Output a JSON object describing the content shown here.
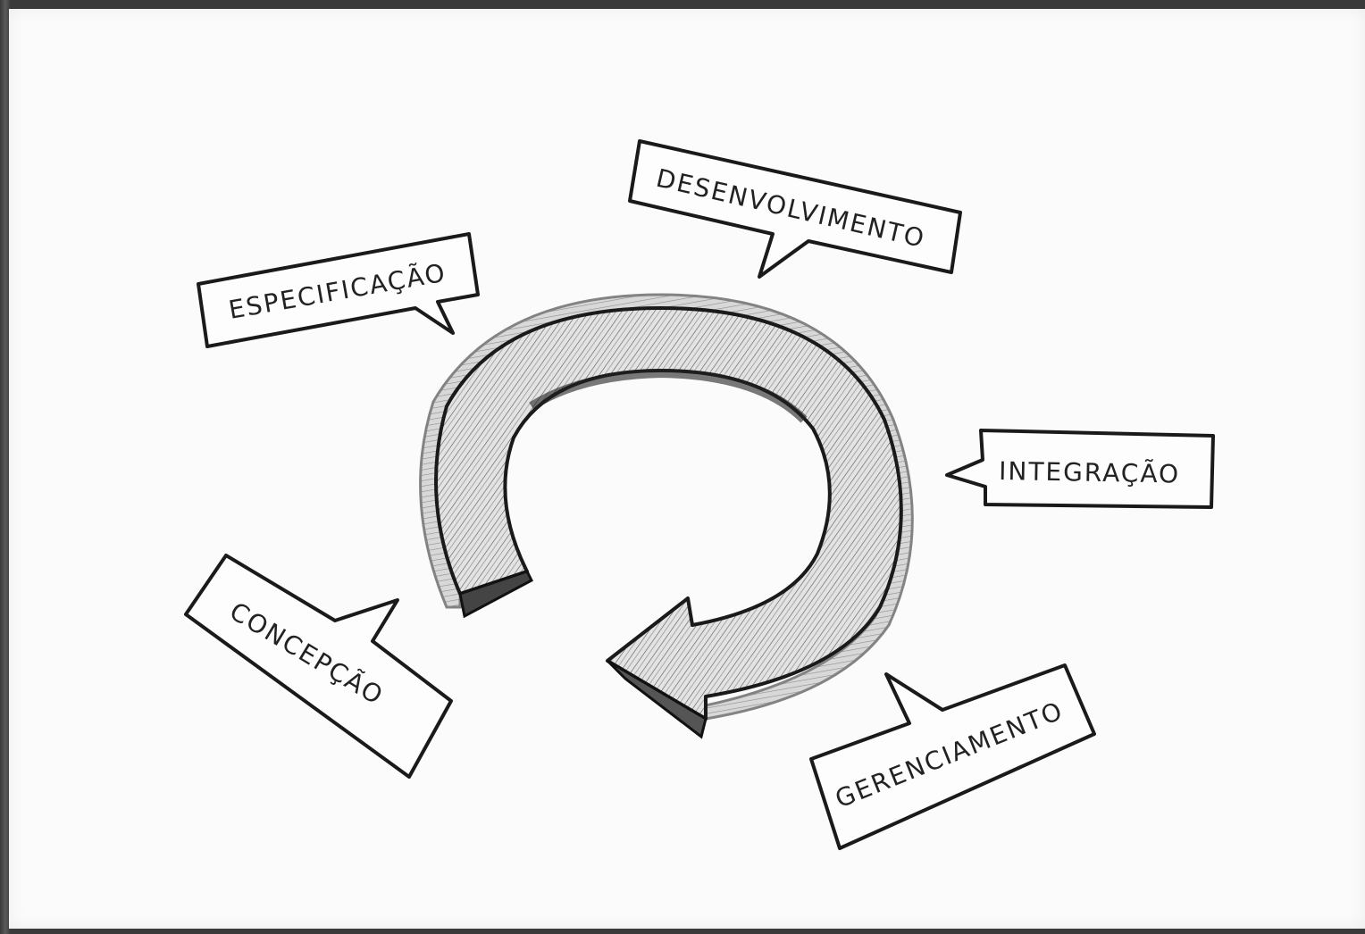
{
  "diagram": {
    "labels": {
      "especificacao": "ESPECIFICAÇÃO",
      "desenvolvimento": "DESENVOLVIMENTO",
      "integracao": "INTEGRAÇÃO",
      "concepcao": "CONCEPÇÃO",
      "gerenciamento": "GERENCIAMENTO"
    },
    "icons": [
      "cycle-arrow-icon"
    ],
    "colors": {
      "ink": "#222222",
      "paper": "#fbfbfb",
      "frame": "#3a3a3a",
      "arrow_fill": "#d9d9d9"
    }
  }
}
